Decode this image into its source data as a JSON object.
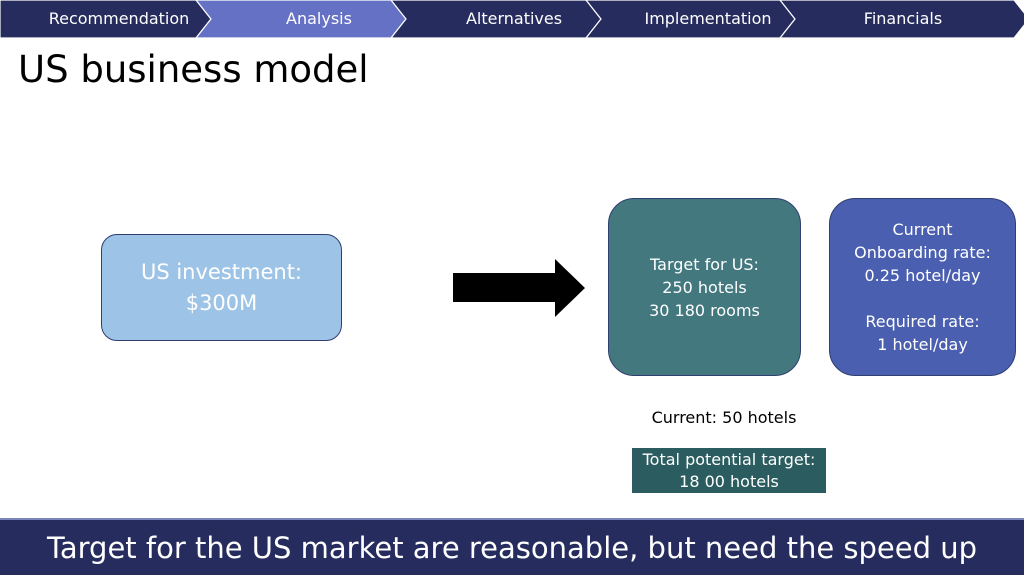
{
  "nav": {
    "tabs": [
      {
        "label": "Recommendation",
        "active": false
      },
      {
        "label": "Analysis",
        "active": true
      },
      {
        "label": "Alternatives",
        "active": false
      },
      {
        "label": "Implementation",
        "active": false
      },
      {
        "label": "Financials",
        "active": false
      }
    ],
    "colors": {
      "inactive": "#262d5e",
      "active": "#6571c4"
    }
  },
  "title": "US business model",
  "investment": {
    "line1": "US investment:",
    "line2": "$300M"
  },
  "target": {
    "line1": "Target for US:",
    "line2": "250 hotels",
    "line3": "30 180 rooms"
  },
  "rate": {
    "line1": "Current",
    "line2": "Onboarding rate:",
    "line3": "0.25 hotel/day",
    "line4": "Required rate:",
    "line5": "1 hotel/day"
  },
  "current_hotels": "Current: 50 hotels",
  "potential": {
    "line1": "Total potential target:",
    "line2": "18 00 hotels"
  },
  "banner": "Target for the US market are reasonable, but need the speed up"
}
